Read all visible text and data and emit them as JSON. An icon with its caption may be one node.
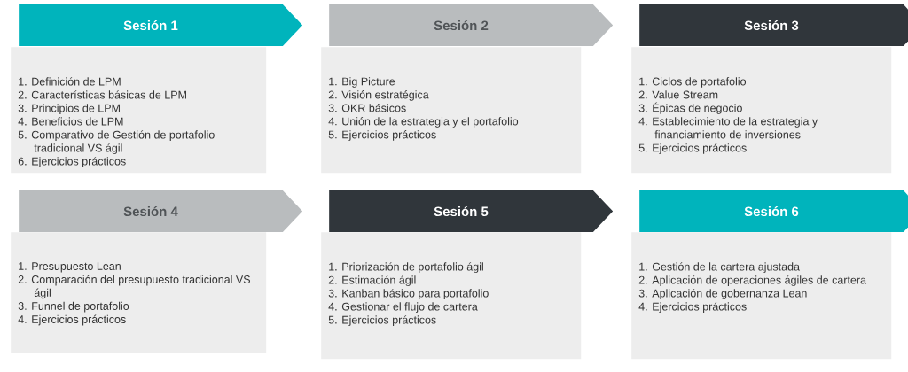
{
  "diagram": {
    "nodes": [
      {
        "text": [
          "Sesión 1"
        ]
      },
      {
        "text": [
          "1. Definición de LPM",
          "2. Características básicas de LPM",
          "3. Principios de LPM",
          "4. Beneficios de LPM",
          "5. Comparativo de Gestión de portafolio tradicional VS ágil",
          "6. Ejercicios prácticos"
        ]
      },
      {
        "text": [
          "Sesión 2"
        ]
      },
      {
        "text": [
          "1. Big Picture",
          "2. Visión estratégica",
          "3. OKR básicos",
          "4. Unión de la estrategia y el portafolio",
          "5. Ejercicios prácticos"
        ]
      },
      {
        "text": [
          "Sesión 3"
        ]
      },
      {
        "text": [
          "1. Ciclos de portafolio",
          "2. Value Stream",
          "3. Épicas de negocio",
          "4. Establecimiento de la estrategia y financiamiento de inversiones",
          "5. Ejercicios prácticos"
        ]
      },
      {
        "text": [
          "Sesión 4"
        ]
      },
      {
        "text": [
          "1. Presupuesto Lean",
          "2. Comparación del presupuesto tradicional VS ágil",
          "3. Funnel de portafolio",
          "4. Ejercicios prácticos"
        ]
      },
      {
        "text": [
          "Sesión 5"
        ]
      },
      {
        "text": [
          "1. Priorización de portafolio ágil",
          "2. Estimación ágil",
          "3. Kanban básico para portafolio",
          "4. Gestionar el flujo de cartera",
          "5. Ejercicios prácticos"
        ]
      },
      {
        "text": [
          "Sesión 6"
        ]
      },
      {
        "text": [
          "1. Gestión de la cartera ajustada",
          "2. Aplicación de operaciones ágiles de cartera",
          "3. Aplicación de gobernanza Lean",
          "4. Ejercicios prácticos"
        ]
      }
    ]
  }
}
